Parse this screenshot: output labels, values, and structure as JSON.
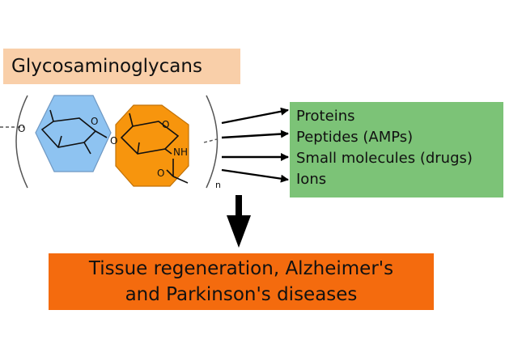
{
  "diagram": {
    "title": "Glycosaminoglycans",
    "molecule": {
      "oxygen_label": "O",
      "nh_label": "NH",
      "subscript_n": "n",
      "ring_left_color": "#8ec3f1",
      "ring_right_color": "#f7950d"
    },
    "targets": [
      "Proteins",
      "Peptides (AMPs)",
      "Small molecules (drugs)",
      "Ions"
    ],
    "outcome": {
      "line1": "Tissue regeneration, Alzheimer's",
      "line2": "and Parkinson's diseases"
    },
    "colors": {
      "title_bg": "#f9cfa9",
      "targets_bg": "#7cc377",
      "outcome_bg": "#f46b0e"
    }
  }
}
